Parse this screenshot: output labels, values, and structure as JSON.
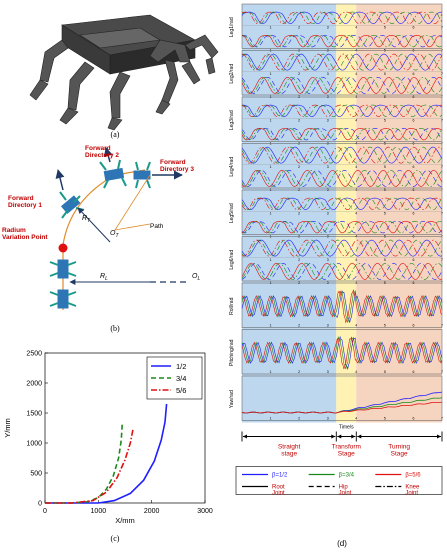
{
  "captions": {
    "a": "(a)",
    "b": "(b)",
    "c": "(c)",
    "d": "(d)"
  },
  "diagram": {
    "fd1": "Forward\nDirectory 1",
    "fd2": "Forward\nDirectory 2",
    "fd3": "Forward\nDirectory 3",
    "radium": "Radium\nVariation Point",
    "rt": "R",
    "rt_sub": "T",
    "ot": "O",
    "ot_sub": "T",
    "rl": "R",
    "rl_sub": "L",
    "ol": "O",
    "ol_sub": "L",
    "path": "Path"
  },
  "chart_data": [
    {
      "type": "line",
      "xlabel": "X/mm",
      "ylabel": "Y/mm",
      "xlim": [
        0,
        3000
      ],
      "ylim": [
        0,
        2500
      ],
      "xticks": [
        0,
        1000,
        2000,
        3000
      ],
      "yticks": [
        0,
        500,
        1000,
        1500,
        2000,
        2500
      ],
      "legend_position": "top-right",
      "series": [
        {
          "name": "1/2",
          "color": "#1f1fff",
          "dash": "solid",
          "x": [
            0,
            500,
            1000,
            1300,
            1600,
            1850,
            2050,
            2180,
            2250,
            2280
          ],
          "y": [
            0,
            0,
            0,
            40,
            160,
            380,
            700,
            1050,
            1350,
            1650
          ]
        },
        {
          "name": "3/4",
          "color": "#1a8a1a",
          "dash": "dashed",
          "x": [
            0,
            500,
            800,
            1000,
            1150,
            1280,
            1380,
            1430,
            1450
          ],
          "y": [
            0,
            0,
            20,
            90,
            230,
            450,
            750,
            1050,
            1350
          ]
        },
        {
          "name": "5/6",
          "color": "#e01010",
          "dash": "dashdot",
          "x": [
            0,
            500,
            900,
            1150,
            1350,
            1500,
            1600,
            1650
          ],
          "y": [
            0,
            0,
            40,
            180,
            420,
            720,
            1000,
            1230
          ]
        }
      ]
    },
    {
      "type": "line",
      "time_label": "Time/s",
      "row_labels": [
        "Leg1/rad",
        "Leg2/rad",
        "Leg3/rad",
        "Leg4/rad",
        "Leg5/rad",
        "Leg6/rad",
        "Roll/rad",
        "Pitching/rad",
        "Yaw/rad"
      ],
      "xticks": [
        "1",
        "2",
        "3",
        "4",
        "5",
        "6",
        "7"
      ],
      "stages": [
        {
          "name": "Straight\nstage",
          "color": "#bdd7ee",
          "from": 0,
          "to": 3.3
        },
        {
          "name": "Transform\nStage",
          "color": "#fff2b3",
          "from": 3.3,
          "to": 4.0
        },
        {
          "name": "Turning\nStage",
          "color": "#f6d5c0",
          "from": 4.0,
          "to": 7.0
        }
      ],
      "legend": [
        {
          "name": "β=1/2",
          "color": "#1f1fff",
          "dash": "solid"
        },
        {
          "name": "β=3/4",
          "color": "#1a8a1a",
          "dash": "solid"
        },
        {
          "name": "β=5/6",
          "color": "#e01010",
          "dash": "solid"
        },
        {
          "name": "Root\nJoint",
          "color": "#000000",
          "dash": "solid"
        },
        {
          "name": "Hip\nJoint",
          "color": "#000000",
          "dash": "dashed"
        },
        {
          "name": "Knee\nJoint",
          "color": "#000000",
          "dash": "dashdot"
        }
      ]
    }
  ]
}
